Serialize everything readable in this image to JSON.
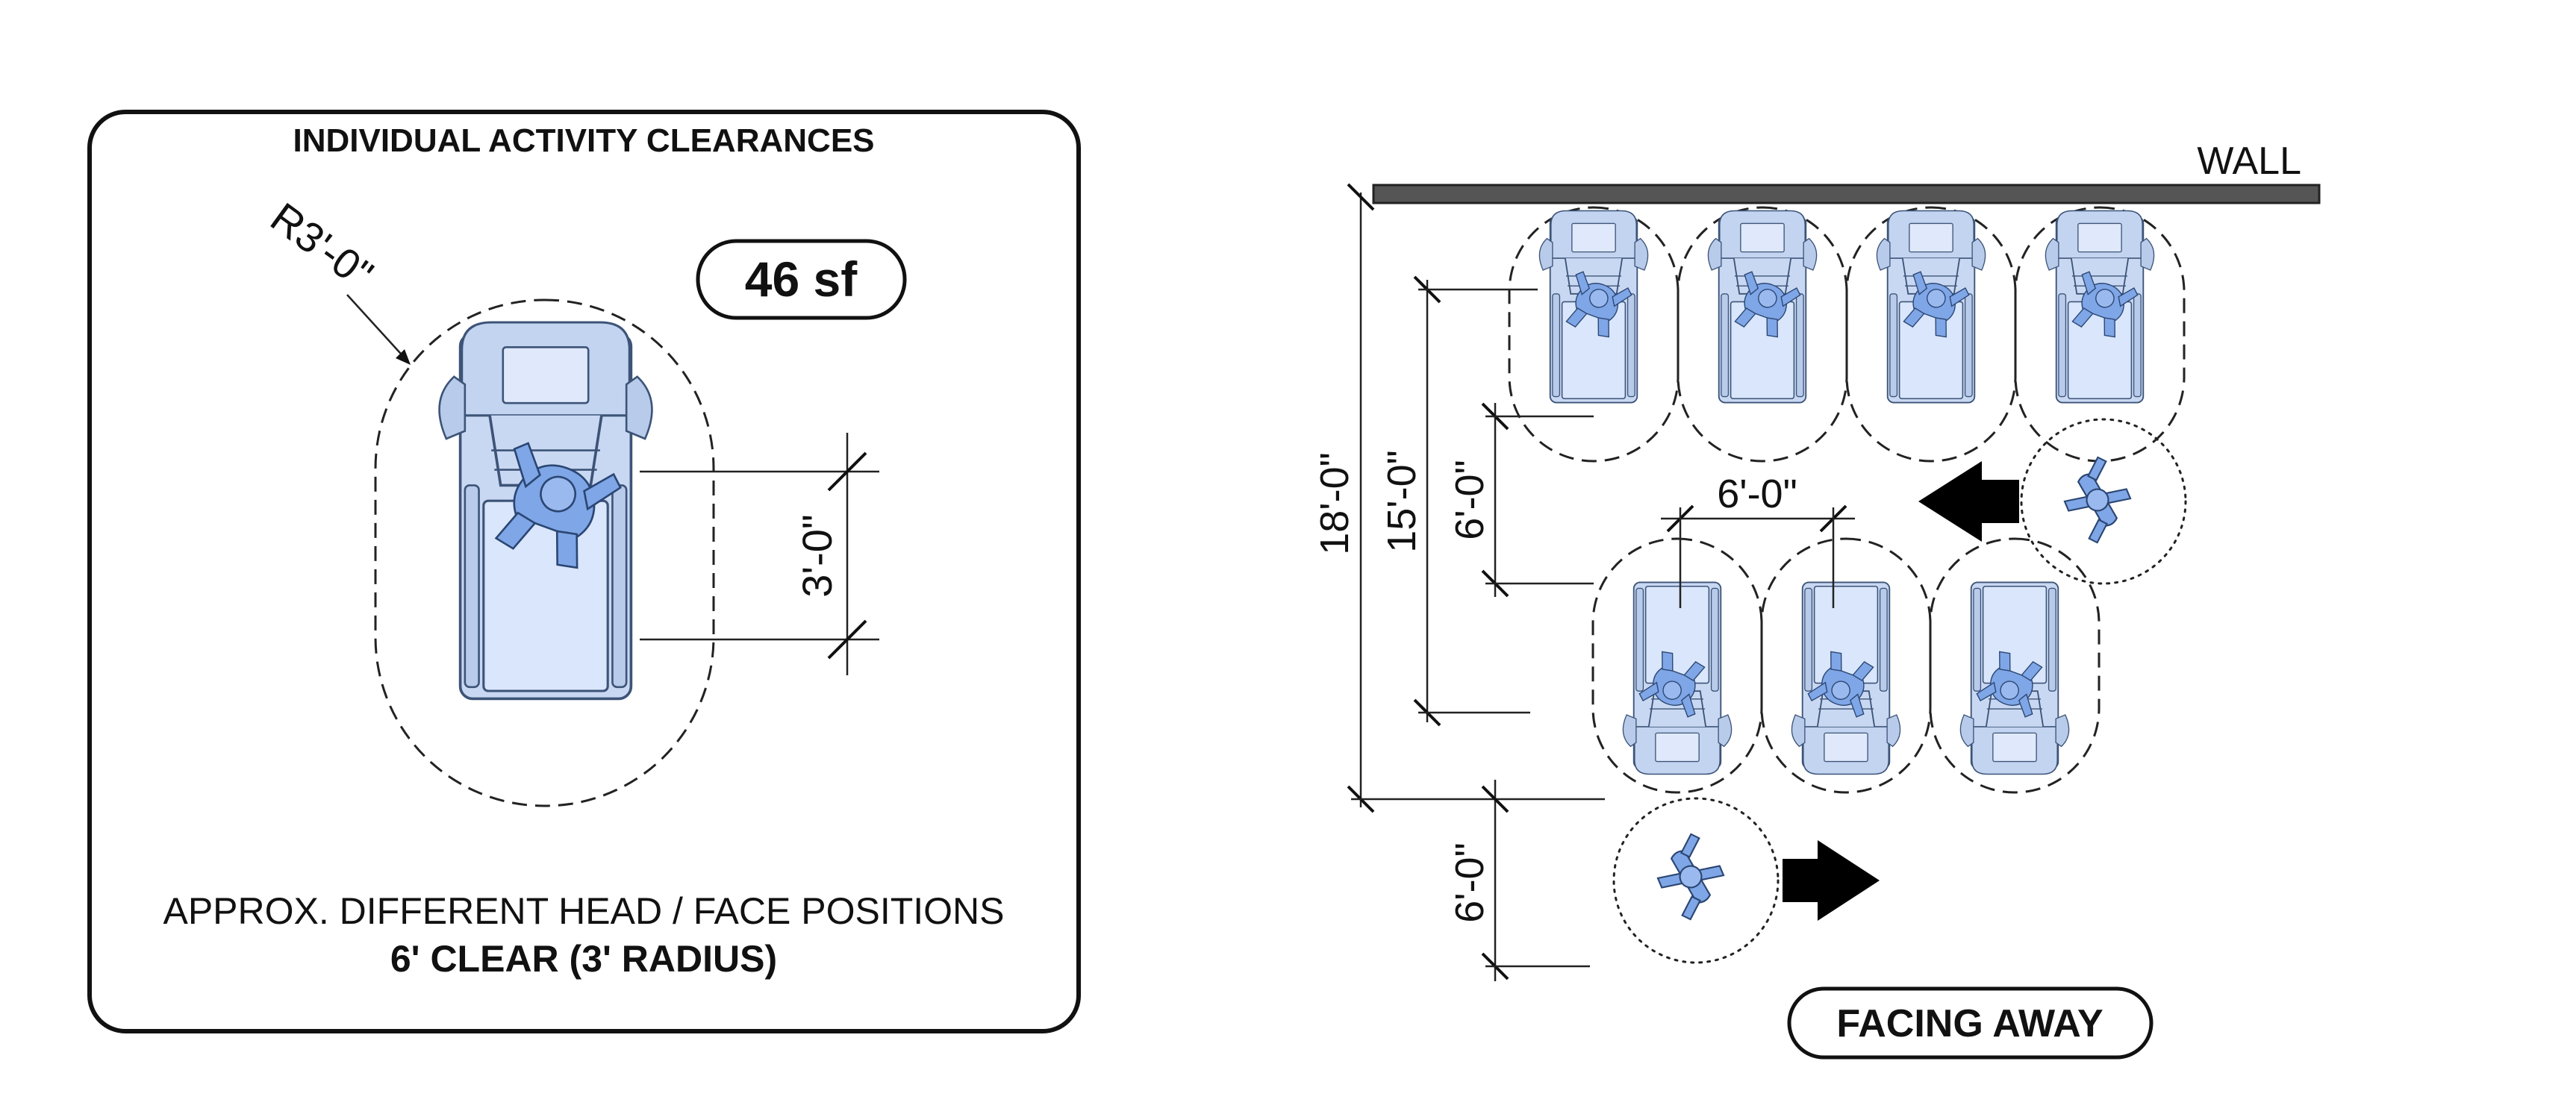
{
  "left_panel": {
    "title": "INDIVIDUAL ACTIVITY CLEARANCES",
    "area_badge": "46 sf",
    "radius_label": "R3'-0\"",
    "dim_label": "3'-0\"",
    "caption_line1": "APPROX. DIFFERENT HEAD / FACE POSITIONS",
    "caption_line2": "6' CLEAR (3' RADIUS)"
  },
  "right_panel": {
    "wall_label": "WALL",
    "dim_18": "18'-0\"",
    "dim_15": "15'-0\"",
    "dim_6_upper": "6'-0\"",
    "dim_6_between": "6'-0\"",
    "dim_6_lower": "6'-0\"",
    "facing_badge": "FACING AWAY",
    "top_row_count": 4,
    "bottom_row_count": 3
  },
  "colors": {
    "equipment_fill": "#c9d8f2",
    "person_fill": "#7fa6e6",
    "line": "#222222",
    "wall": "#555555"
  },
  "icons": [
    "treadmill-icon",
    "person-icon",
    "arrow-left-icon",
    "arrow-right-icon"
  ]
}
